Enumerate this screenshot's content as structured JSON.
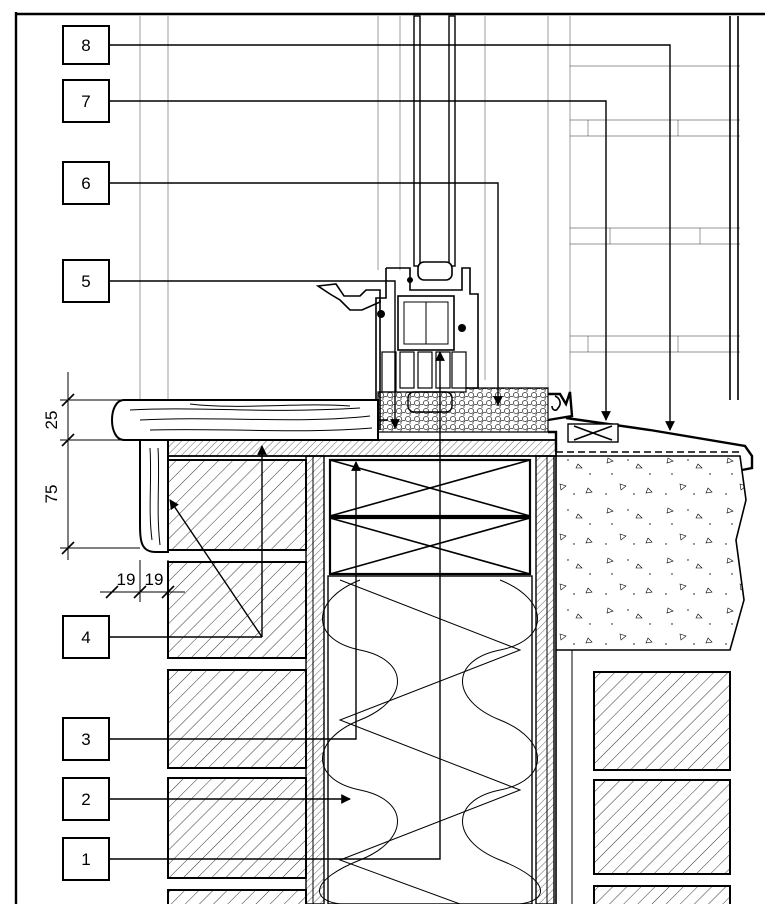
{
  "callouts": [
    {
      "id": "8",
      "label": "8"
    },
    {
      "id": "7",
      "label": "7"
    },
    {
      "id": "6",
      "label": "6"
    },
    {
      "id": "5",
      "label": "5"
    },
    {
      "id": "4",
      "label": "4"
    },
    {
      "id": "3",
      "label": "3"
    },
    {
      "id": "2",
      "label": "2"
    },
    {
      "id": "1",
      "label": "1"
    }
  ],
  "dimensions": {
    "sill_thickness": "25",
    "sill_height": "75",
    "overhang_a": "19",
    "overhang_b": "19"
  }
}
